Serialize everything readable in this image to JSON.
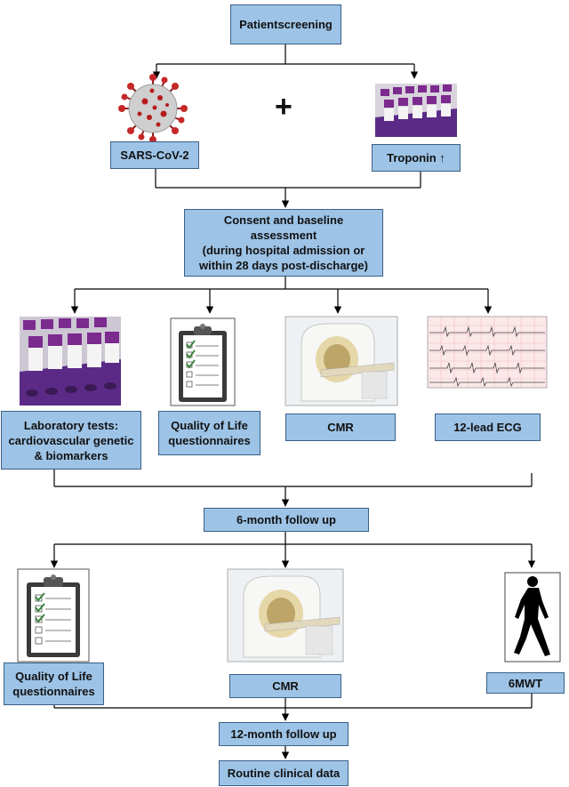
{
  "nodes": {
    "patient_screening": [
      "Patient",
      "screening"
    ],
    "sars": [
      "SARS-CoV-2"
    ],
    "troponin": [
      "Troponin ↑"
    ],
    "plus": "+",
    "consent": [
      "Consent and baseline",
      "assessment",
      "(during hospital admission or",
      "within 28 days post-discharge)"
    ],
    "lab_tests": [
      "Laboratory tests:",
      "cardiovascular genetic",
      "& biomarkers"
    ],
    "qol_baseline": [
      "Quality of Life",
      "questionnaires"
    ],
    "cmr_baseline": [
      "CMR"
    ],
    "ecg": [
      "12-lead ECG"
    ],
    "followup_6m": [
      "6-month follow up"
    ],
    "qol_6m": [
      "Quality of Life",
      "questionnaires"
    ],
    "cmr_6m": [
      "CMR"
    ],
    "six_mwt": [
      "6MWT"
    ],
    "followup_12m": [
      "12-month follow up"
    ],
    "routine": [
      "Routine clinical data"
    ]
  },
  "icons": {
    "virus": "coronavirus-icon",
    "blood_tubes": "blood-sample-tubes-icon",
    "clipboard": "clipboard-checklist-icon",
    "mri": "mri-scanner-icon",
    "ecg": "ecg-trace-icon",
    "walker": "walking-person-icon"
  },
  "colors": {
    "box_fill": "#9dc3e6",
    "box_border": "#3b5f86",
    "arrow": "#000000",
    "virus_red": "#c62828",
    "tube_purple": "#7b2a8e"
  }
}
